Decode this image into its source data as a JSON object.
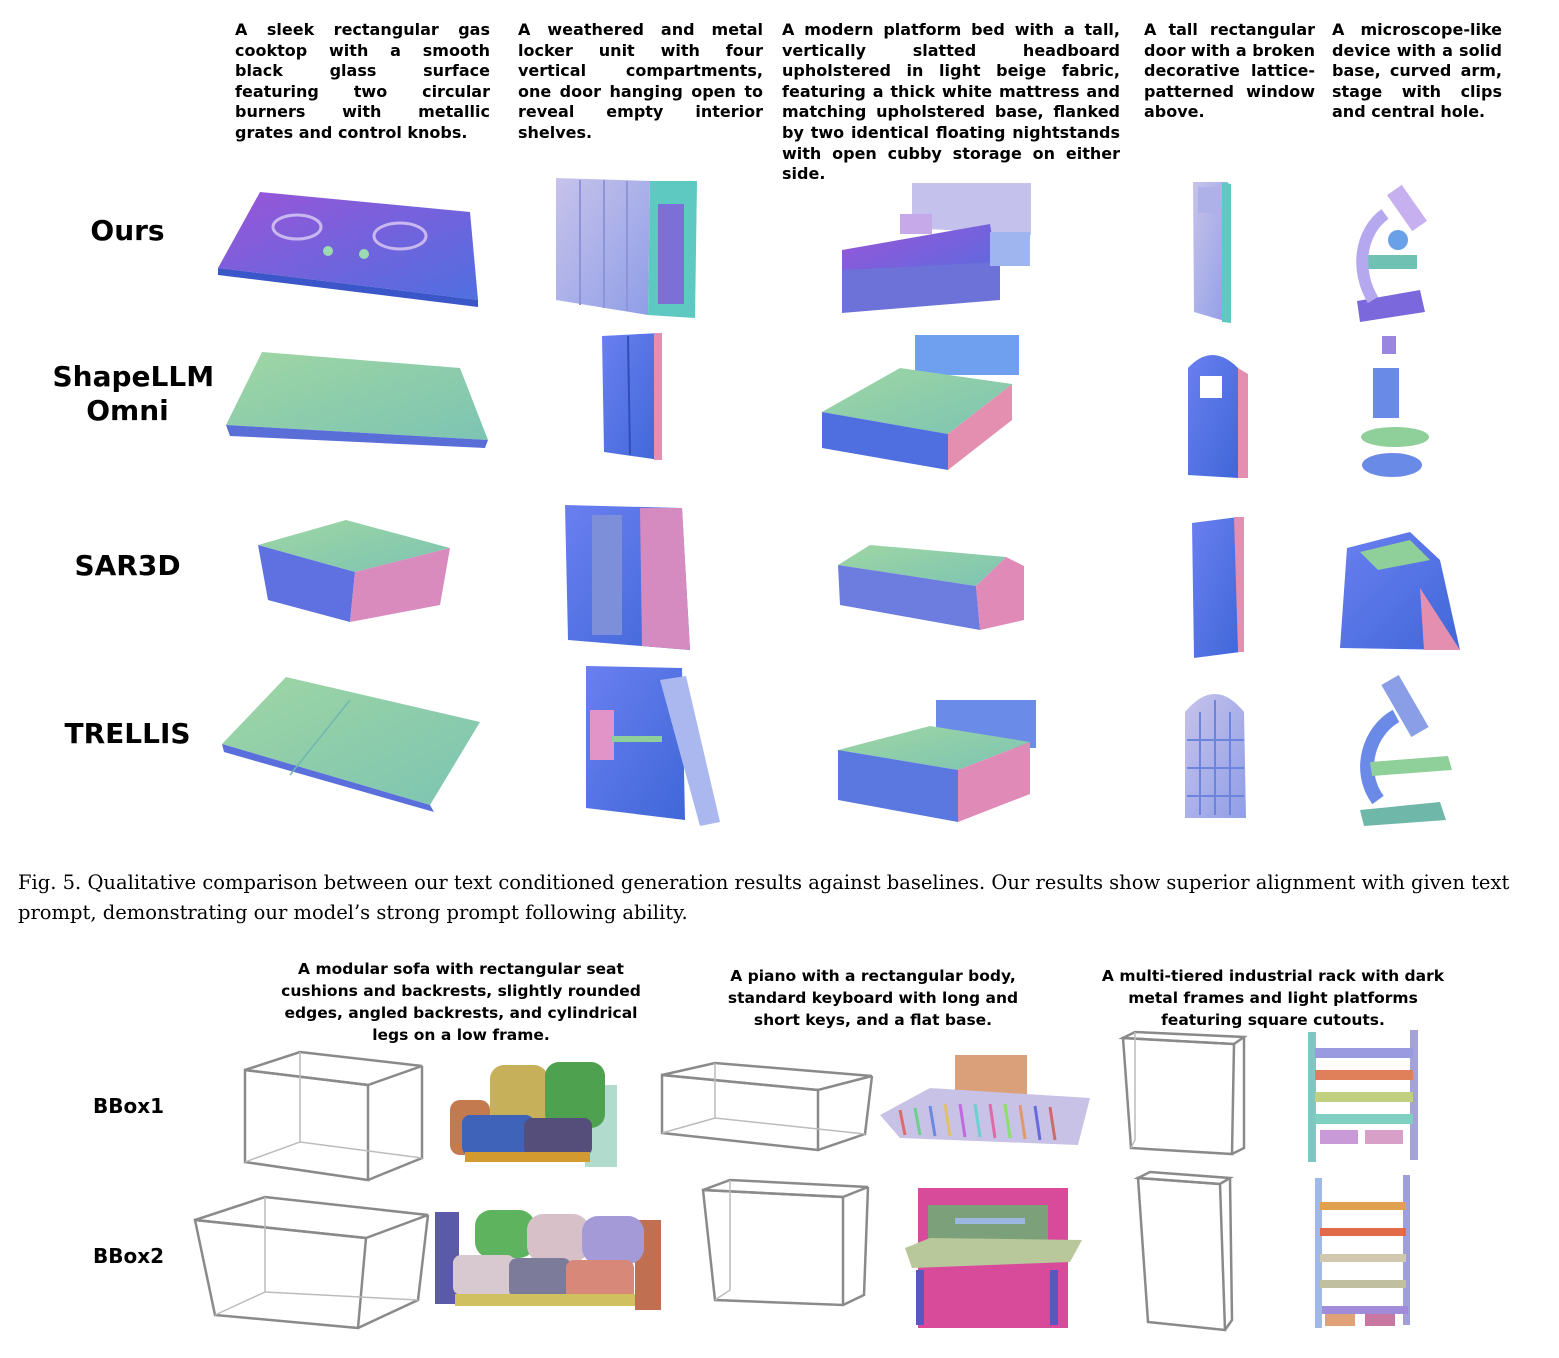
{
  "figure5": {
    "prompts": [
      "A sleek rectangular gas cooktop with a smooth black glass surface featuring two circular burners with metallic grates and control knobs.",
      "A weathered and metal locker unit with four vertical compartments, one door hanging open to reveal empty interior shelves.",
      "A modern platform bed with a tall, vertically slatted headboard upholstered in light beige fabric, featuring a thick white mattress and matching upholstered base, flanked by two identical floating nightstands with open cubby storage on either side.",
      "A tall rectangular door with a broken decorative lattice-patterned window above.",
      "A microscope-like device with a solid base, curved arm, stage with clips and central hole."
    ],
    "rows": [
      "Ours",
      "ShapeLLM Omni",
      "SAR3D",
      "TRELLIS"
    ],
    "caption": "Fig. 5.  Qualitative comparison between our text conditioned generation results against baselines. Our results show superior alignment with given text prompt, demonstrating our model’s strong prompt following ability."
  },
  "bbox_figure": {
    "prompts": [
      "A modular sofa with rectangular seat cushions and backrests, slightly rounded edges, angled backrests, and cylindrical legs on a low frame.",
      "A piano with a rectangular body, standard keyboard with long and short keys, and a flat base.",
      "A multi-tiered industrial rack with dark metal frames and light platforms featuring square cutouts."
    ],
    "rows": [
      "BBox1",
      "BBox2"
    ]
  },
  "colors": {
    "normal_purple": "#7b5ee0",
    "normal_blue": "#4f6fe0",
    "normal_green": "#8fcf9a",
    "normal_pink": "#e58fb0",
    "bbox_line": "#8a8a8a"
  }
}
